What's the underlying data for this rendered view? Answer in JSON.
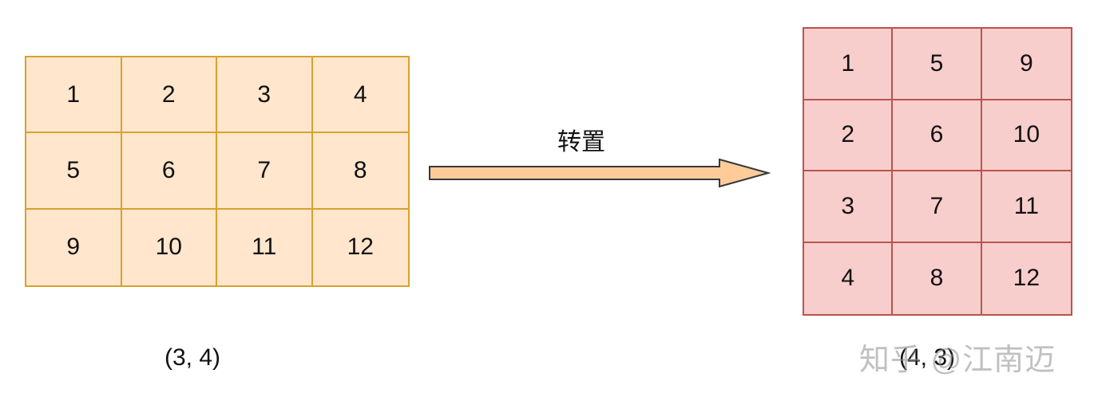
{
  "left_matrix": {
    "cells": [
      "1",
      "2",
      "3",
      "4",
      "5",
      "6",
      "7",
      "8",
      "9",
      "10",
      "11",
      "12"
    ],
    "shape_label": "(3, 4)",
    "fill": "#ffe6cc",
    "stroke": "#d6a22d"
  },
  "right_matrix": {
    "cells": [
      "1",
      "5",
      "9",
      "2",
      "6",
      "10",
      "3",
      "7",
      "11",
      "4",
      "8",
      "12"
    ],
    "shape_label": "(4, 3)",
    "fill": "#f8cecc",
    "stroke": "#b85450"
  },
  "arrow": {
    "label": "转置",
    "fill": "#ffcc99",
    "stroke": "#36393d"
  },
  "watermark": "知乎 @江南迈"
}
